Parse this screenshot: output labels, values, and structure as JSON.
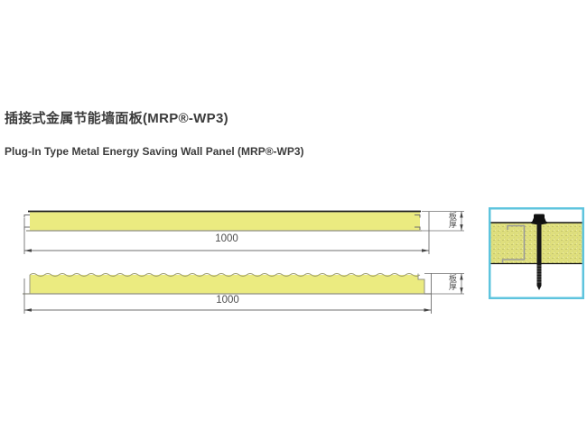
{
  "page": {
    "title_zh": "插接式金属节能墙面板(MRP®-WP3)",
    "title_en": "Plug-In Type Metal Energy Saving Wall Panel (MRP®-WP3)"
  },
  "panel1": {
    "width_label": "1000",
    "thickness_label": "板厚"
  },
  "panel2": {
    "width_label": "1000",
    "thickness_label": "板厚"
  },
  "colors": {
    "panel_fill": "#ebeb80",
    "detail_fill": "#dfdf7c",
    "detail_border": "#5ec4de",
    "line_dark": "#1c1c1c",
    "line_gray": "#8f8f82",
    "dim_line": "#555555"
  }
}
